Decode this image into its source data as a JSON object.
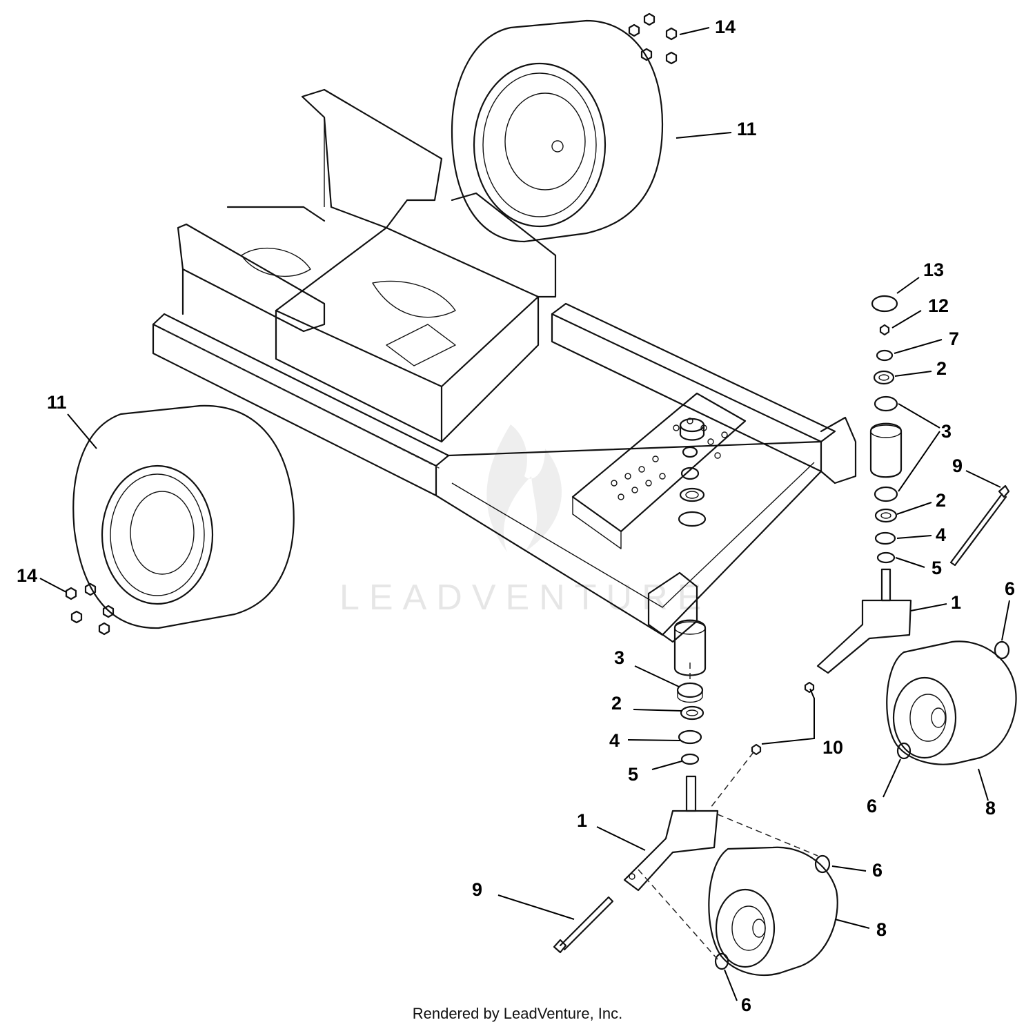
{
  "watermark": "LEADVENTURE",
  "footer": "Rendered by LeadVenture, Inc.",
  "callouts": [
    {
      "id": "c14-top",
      "label": "14"
    },
    {
      "id": "c11-top",
      "label": "11"
    },
    {
      "id": "c13",
      "label": "13"
    },
    {
      "id": "c12",
      "label": "12"
    },
    {
      "id": "c7",
      "label": "7"
    },
    {
      "id": "c2-right-top",
      "label": "2"
    },
    {
      "id": "c3-right",
      "label": "3"
    },
    {
      "id": "c9-right",
      "label": "9"
    },
    {
      "id": "c2-right-bottom",
      "label": "2"
    },
    {
      "id": "c4-right",
      "label": "4"
    },
    {
      "id": "c5-right",
      "label": "5"
    },
    {
      "id": "c1-right",
      "label": "1"
    },
    {
      "id": "c6-right-top",
      "label": "6"
    },
    {
      "id": "c11-left",
      "label": "11"
    },
    {
      "id": "c14-left",
      "label": "14"
    },
    {
      "id": "c3-left",
      "label": "3"
    },
    {
      "id": "c2-left",
      "label": "2"
    },
    {
      "id": "c4-left",
      "label": "4"
    },
    {
      "id": "c5-left",
      "label": "5"
    },
    {
      "id": "c10",
      "label": "10"
    },
    {
      "id": "c6-right-bottom",
      "label": "6"
    },
    {
      "id": "c8-right",
      "label": "8"
    },
    {
      "id": "c1-left",
      "label": "1"
    },
    {
      "id": "c6-left-upper",
      "label": "6"
    },
    {
      "id": "c9-left",
      "label": "9"
    },
    {
      "id": "c8-left",
      "label": "8"
    },
    {
      "id": "c6-left-lower",
      "label": "6"
    }
  ]
}
